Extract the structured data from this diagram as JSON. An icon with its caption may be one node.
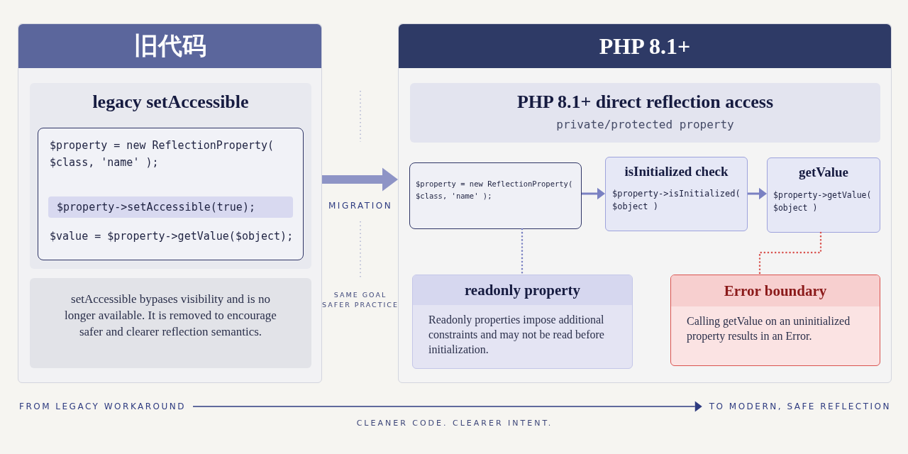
{
  "diagram": {
    "nodes": [
      {
        "text": [
          "旧代码"
        ]
      },
      {
        "text": [
          "legacy setAccessible"
        ],
        "in": 0
      },
      {
        "text": [
          "$property = new ReflectionProperty( $class, 'name' );",
          "$value = $property->getValue($object);"
        ],
        "in": 1
      },
      {
        "text": [
          "$property->setAccessible(true);"
        ],
        "in": 2
      },
      {
        "text": [
          "setAccessible bypases visibility and is no longer available. It is removed to encourage safer and clearer reflection semantics."
        ],
        "in": 0
      },
      {
        "text": [
          "PHP 8.1+"
        ]
      },
      {
        "text": [
          "PHP 8.1+ direct reflection access",
          "private/protected property"
        ],
        "in": 5
      },
      {
        "text": [
          "$property = new ReflectionProperty( $class, 'name' );"
        ],
        "in": 5
      },
      {
        "text": [
          "isInitialized check",
          "$property->isInitialized( $object )"
        ],
        "in": 5
      },
      {
        "text": [
          "getValue",
          "$property->getValue( $object )"
        ],
        "in": 5
      },
      {
        "text": [
          "readonly property",
          "Readonly properties impose additional constraints and may not be read before initialization."
        ],
        "in": 5
      },
      {
        "text": [
          "Error boundary",
          "Calling getValue on an uninitialized property results in an Error."
        ],
        "in": 5
      },
      {
        "text": [
          "FROM LEGACY WORKAROUND"
        ]
      },
      {
        "text": [
          "TO MODERN, SAFE REFLECTION"
        ]
      }
    ],
    "edges": [
      {
        "from": 0,
        "to": 5,
        "arrow": "to",
        "label": "MIGRATION",
        "style": "thick"
      },
      {
        "from": 7,
        "to": 8,
        "arrow": "to"
      },
      {
        "from": 8,
        "to": 9,
        "arrow": "to"
      },
      {
        "from": 7,
        "to": 10,
        "arrow": "none",
        "style": "dashed"
      },
      {
        "from": 9,
        "to": 11,
        "arrow": "none",
        "style": "dashed",
        "color": "#d9534f"
      },
      {
        "from": 12,
        "to": 13,
        "arrow": "to",
        "color": "#2e3b80"
      }
    ],
    "labels": [
      "SAME GOAL SAFER PRACTICE",
      "CLEANER CODE. CLEARER INTENT."
    ]
  }
}
